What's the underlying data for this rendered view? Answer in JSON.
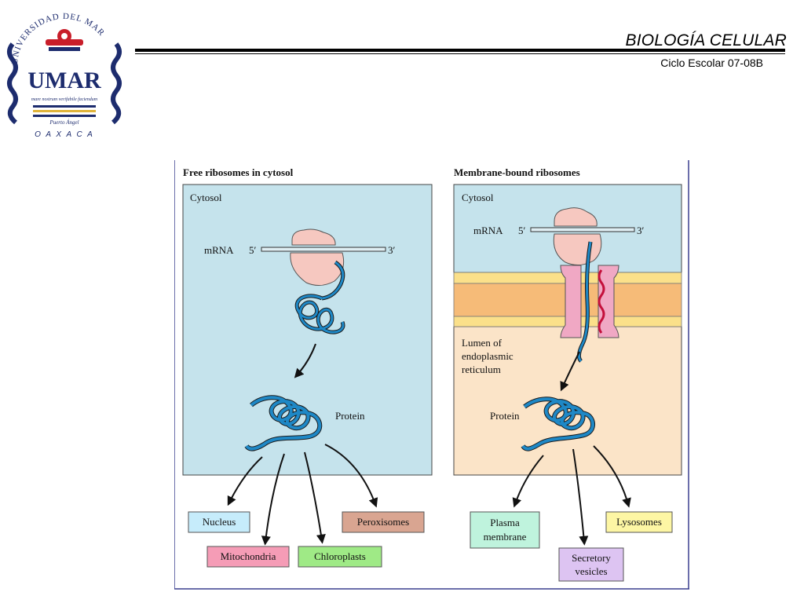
{
  "header": {
    "title": "BIOLOGÍA CELULAR",
    "subtitle": "Ciclo Escolar 07-08B"
  },
  "logo": {
    "arc_text": "UNIVERSIDAD DEL MAR",
    "letters": "UMAR",
    "motto": "mare nostrum verifabile faciendum",
    "place": "Puerto Ángel",
    "state": "O A X A C A"
  },
  "figure": {
    "left_panel": {
      "heading": "Free ribosomes in cytosol",
      "cytosol_label": "Cytosol",
      "mrna_label": "mRNA",
      "five_prime": "5′",
      "three_prime": "3′",
      "protein_label": "Protein",
      "destinations": [
        "Nucleus",
        "Mitochondria",
        "Chloroplasts",
        "Peroxisomes"
      ]
    },
    "right_panel": {
      "heading": "Membrane-bound ribosomes",
      "cytosol_label": "Cytosol",
      "mrna_label": "mRNA",
      "five_prime": "5′",
      "three_prime": "3′",
      "lumen_label": [
        "Lumen of",
        "endoplasmic",
        "reticulum"
      ],
      "protein_label": "Protein",
      "destinations": [
        [
          "Plasma",
          "membrane"
        ],
        [
          "Secretory",
          "vesicles"
        ],
        [
          "Lysosomes"
        ]
      ]
    },
    "colors": {
      "cytosol": "#c5e3ec",
      "lumen": "#fbe4c8",
      "membrane_outer": "#fbe08a",
      "membrane_core": "#f6bb78",
      "ribosome": "#f6c8c0",
      "protein": "#1e88c6",
      "translocon": "#f0a8c4",
      "nucleus_box": "#c6ecfb",
      "mitochondria_box": "#f59cb6",
      "chloroplasts_box": "#9fea86",
      "peroxisomes_box": "#d9a591",
      "plasma_box": "#bff3dd",
      "secretory_box": "#ddc4f2",
      "lysosomes_box": "#fdf6a4"
    }
  }
}
